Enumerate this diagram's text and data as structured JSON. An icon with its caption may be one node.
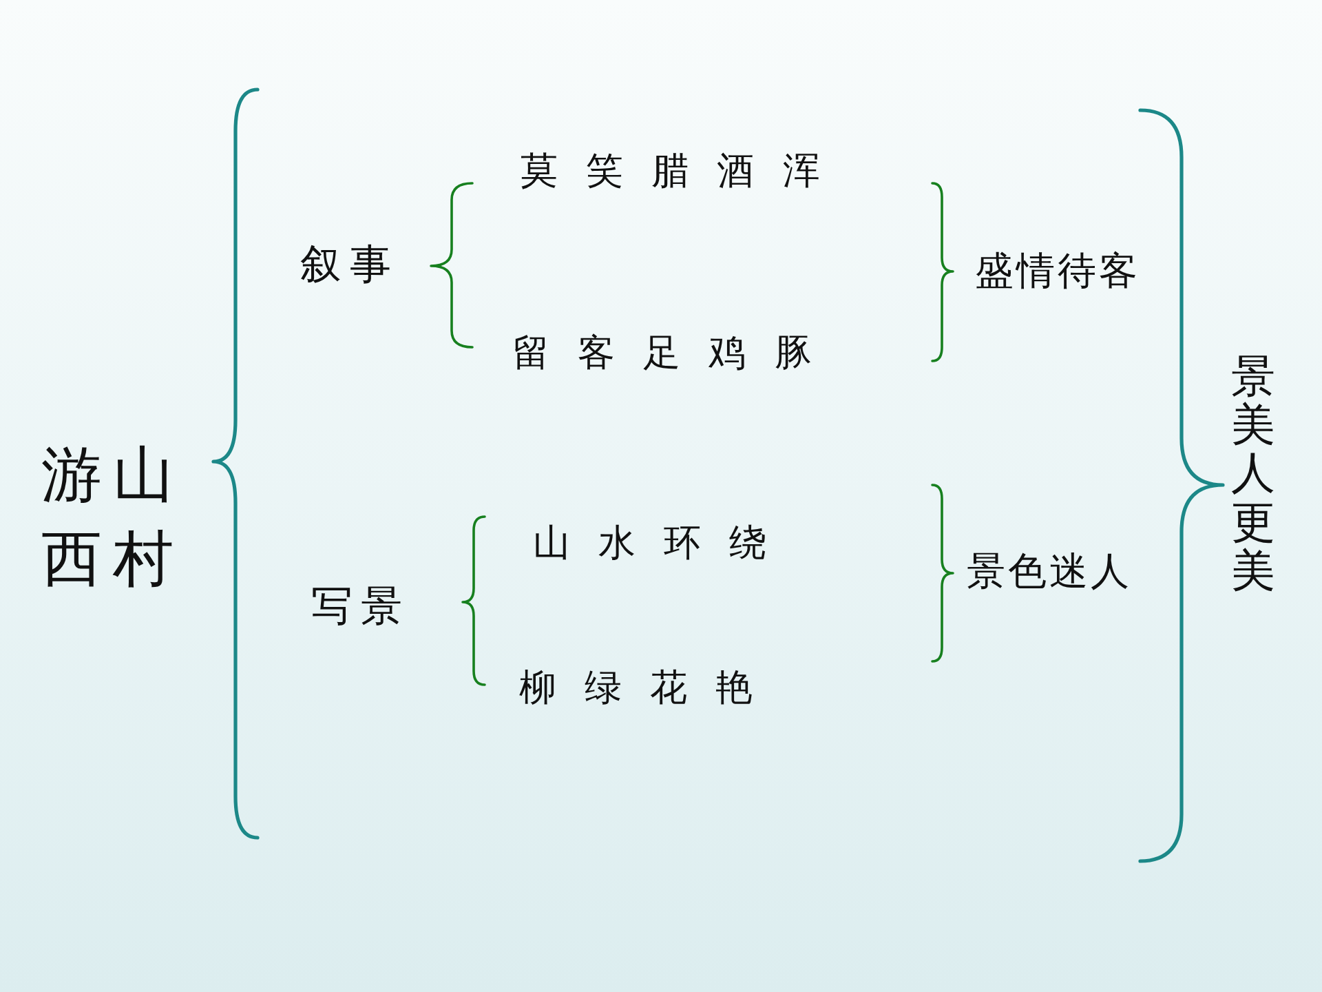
{
  "diagram": {
    "labels": [
      "游山西村",
      "叙事",
      "莫 笑 腊 酒 浑",
      "留 客 足 鸡 豚",
      "盛情待客",
      "写景",
      "山 水 环 绕",
      "柳 绿 花 艳",
      "景色迷人",
      "景美人更美"
    ]
  }
}
